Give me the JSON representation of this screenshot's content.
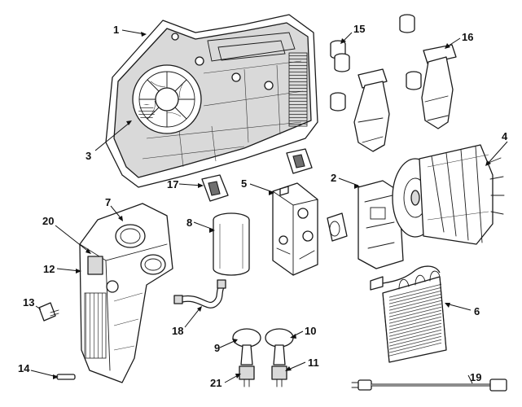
{
  "callouts": {
    "c1": "1",
    "c2": "2",
    "c3": "3",
    "c4": "4",
    "c5": "5",
    "c6": "6",
    "c7": "7",
    "c8": "8",
    "c9": "9",
    "c10": "10",
    "c11": "11",
    "c12": "12",
    "c13": "13",
    "c14": "14",
    "c15": "15",
    "c16": "16",
    "c17": "17",
    "c18": "18",
    "c19": "19",
    "c20": "20",
    "c21": "21"
  },
  "colors": {
    "line": "#1a1a1a",
    "fill": "#ffffff",
    "shade": "#d9d9d9"
  }
}
